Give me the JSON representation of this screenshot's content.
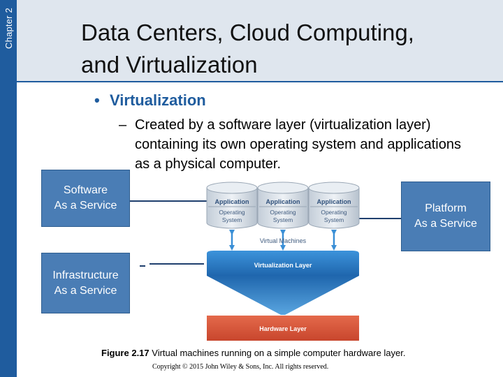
{
  "chapter": "Chapter 2",
  "title": {
    "line1": "Data Centers, Cloud Computing,",
    "line2": "and Virtualization"
  },
  "bullet": "Virtualization",
  "subbullet": "Created by a software layer (virtualization layer) containing its own operating system and applications as a physical computer.",
  "boxes": {
    "software": [
      "Software",
      "As a Service"
    ],
    "platform": [
      "Platform",
      "As a Service"
    ],
    "infrastructure": [
      "Infrastructure",
      "As a Service"
    ]
  },
  "diagram": {
    "vm_application": "Application",
    "vm_os_line1": "Operating",
    "vm_os_line2": "System",
    "virtual_machines": "Virtual Machines",
    "virtualization_layer": "Virtualization Layer",
    "hardware_layer": "Hardware Layer"
  },
  "caption": {
    "label": "Figure 2.17",
    "text": " Virtual machines running on a simple computer hardware layer."
  },
  "copyright": "Copyright © 2015 John Wiley & Sons, Inc. All rights reserved.",
  "colors": {
    "side_band": "#1f5c9e",
    "title_band": "#dfe6ee",
    "service_box": "#4a7db5",
    "virtualization_layer": "#2f7fc8",
    "hardware_layer": "#d9543a"
  }
}
